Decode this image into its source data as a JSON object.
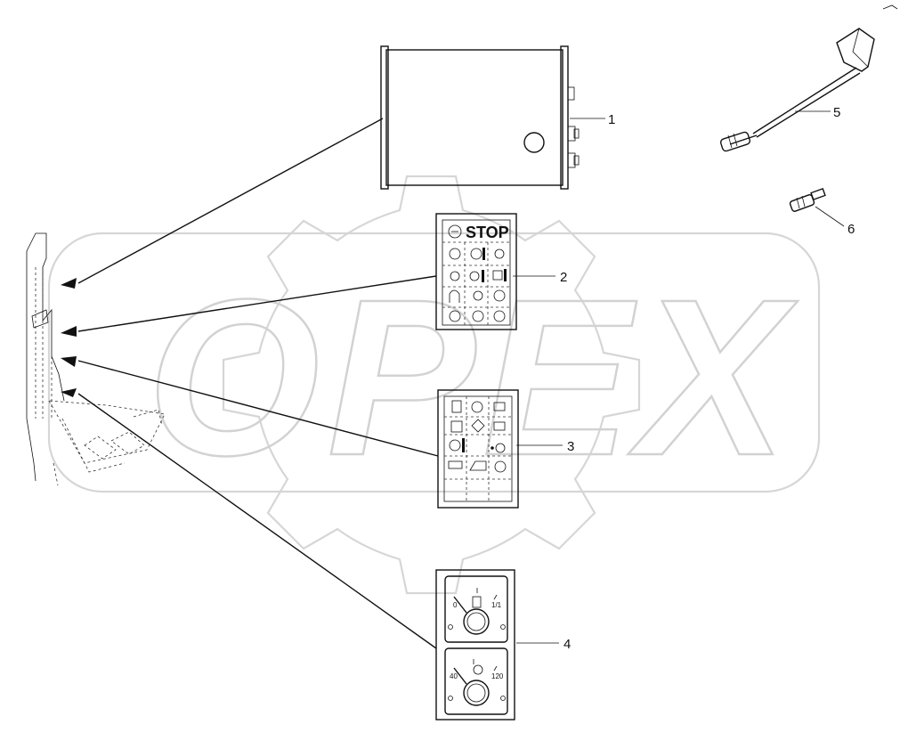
{
  "watermark": {
    "text": "OPEX"
  },
  "callouts": [
    {
      "id": "1",
      "label": "1"
    },
    {
      "id": "2",
      "label": "2"
    },
    {
      "id": "3",
      "label": "3"
    },
    {
      "id": "4",
      "label": "4"
    },
    {
      "id": "5",
      "label": "5"
    },
    {
      "id": "6",
      "label": "6"
    }
  ],
  "warning_panel": {
    "heading": "STOP"
  },
  "fuel_gauge": {
    "min_label": "0",
    "max_label": "1/1"
  },
  "temp_gauge": {
    "min_label": "40",
    "max_label": "120"
  },
  "icons": {
    "stop": "stop-octagon-icon",
    "oil": "oil-pressure-icon",
    "coolant": "coolant-temperature-icon",
    "brake": "brake-icon",
    "battery": "battery-icon",
    "fuel": "fuel-icon",
    "filter": "filter-icon"
  }
}
